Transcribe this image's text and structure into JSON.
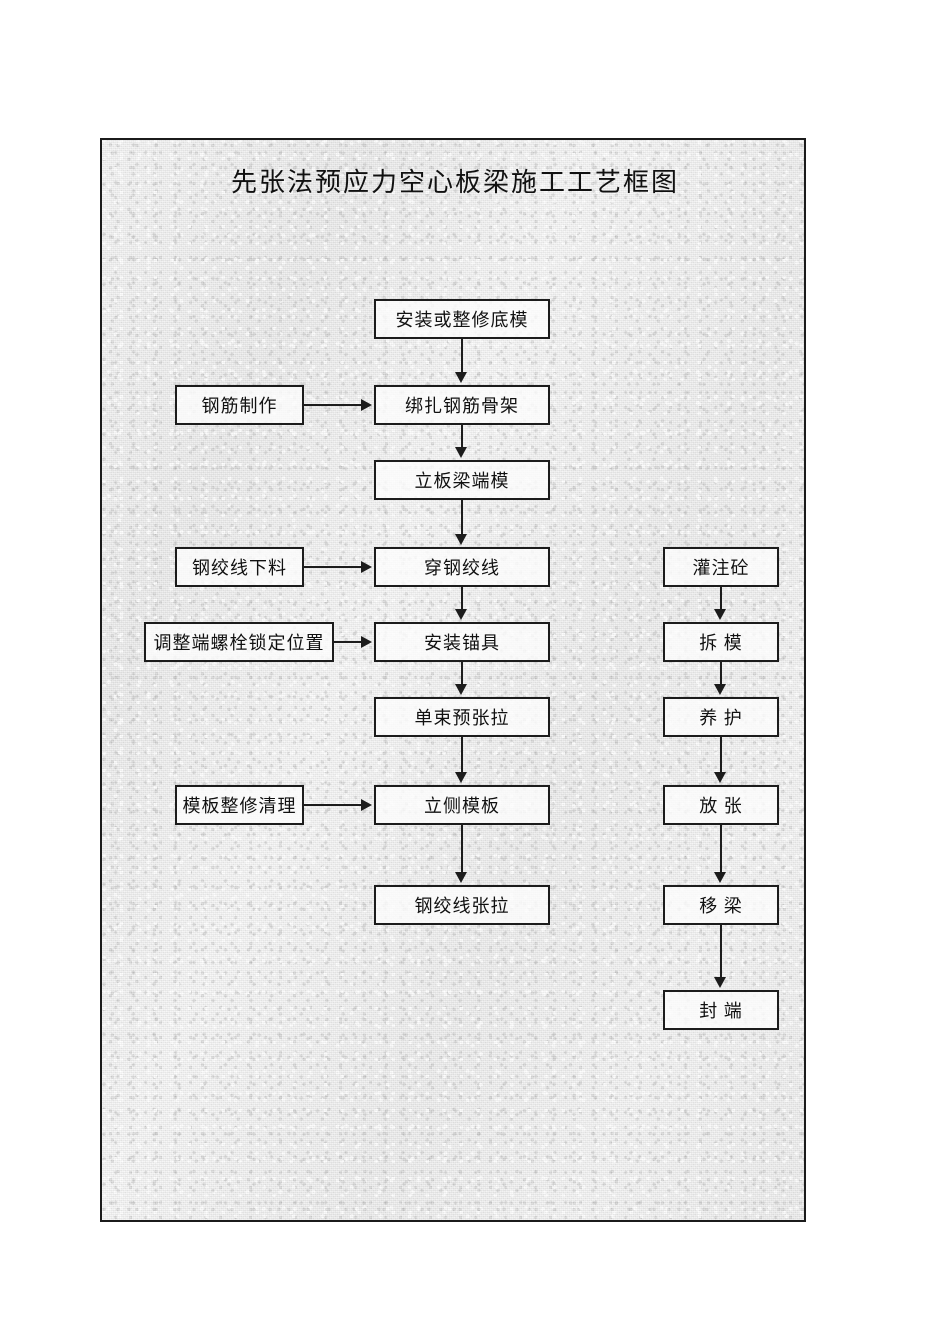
{
  "document": {
    "title": "先张法预应力空心板梁施工工艺框图",
    "page_background": "#ffffff",
    "frame_background": "#ececec",
    "line_color": "#1c1c1c"
  },
  "diagram": {
    "type": "flowchart",
    "title": "先张法预应力空心板梁施工工艺框图",
    "main_column": [
      {
        "id": "m1",
        "label": "安装或整修底模"
      },
      {
        "id": "m2",
        "label": "绑扎钢筋骨架"
      },
      {
        "id": "m3",
        "label": "立板梁端模"
      },
      {
        "id": "m4",
        "label": "穿钢绞线"
      },
      {
        "id": "m5",
        "label": "安装锚具"
      },
      {
        "id": "m6",
        "label": "单束预张拉"
      },
      {
        "id": "m7",
        "label": "立侧模板"
      },
      {
        "id": "m8",
        "label": "钢绞线张拉"
      }
    ],
    "left_column": [
      {
        "id": "l1",
        "label": "钢筋制作",
        "target": "m2"
      },
      {
        "id": "l2",
        "label": "钢绞线下料",
        "target": "m4"
      },
      {
        "id": "l3",
        "label": "调整端螺栓锁定位置",
        "target": "m5"
      },
      {
        "id": "l4",
        "label": "模板整修清理",
        "target": "m7"
      }
    ],
    "right_column": [
      {
        "id": "r1",
        "label": "灌注砼"
      },
      {
        "id": "r2",
        "label": "拆  模"
      },
      {
        "id": "r3",
        "label": "养  护"
      },
      {
        "id": "r4",
        "label": "放  张"
      },
      {
        "id": "r5",
        "label": "移  梁"
      },
      {
        "id": "r6",
        "label": "封  端"
      }
    ],
    "flow_edges": [
      {
        "from": "m1",
        "to": "m2",
        "direction": "down"
      },
      {
        "from": "m2",
        "to": "m3",
        "direction": "down"
      },
      {
        "from": "m3",
        "to": "m4",
        "direction": "down"
      },
      {
        "from": "m4",
        "to": "m5",
        "direction": "down"
      },
      {
        "from": "m5",
        "to": "m6",
        "direction": "down"
      },
      {
        "from": "m6",
        "to": "m7",
        "direction": "down"
      },
      {
        "from": "m7",
        "to": "m8",
        "direction": "down"
      },
      {
        "from": "l1",
        "to": "m2",
        "direction": "right"
      },
      {
        "from": "l2",
        "to": "m4",
        "direction": "right"
      },
      {
        "from": "l3",
        "to": "m5",
        "direction": "right"
      },
      {
        "from": "l4",
        "to": "m7",
        "direction": "right"
      },
      {
        "from": "r1",
        "to": "r2",
        "direction": "down"
      },
      {
        "from": "r2",
        "to": "r3",
        "direction": "down"
      },
      {
        "from": "r3",
        "to": "r4",
        "direction": "down"
      },
      {
        "from": "r4",
        "to": "r5",
        "direction": "down"
      },
      {
        "from": "r5",
        "to": "r6",
        "direction": "down"
      }
    ]
  }
}
